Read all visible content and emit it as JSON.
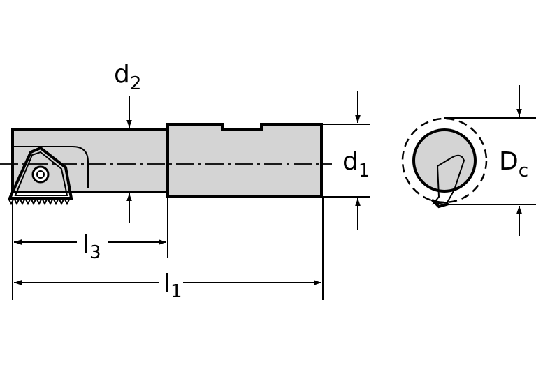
{
  "labels": {
    "d2": {
      "base": "d",
      "sub": "2"
    },
    "d1": {
      "base": "d",
      "sub": "1"
    },
    "dc": {
      "base": "D",
      "sub": "c"
    },
    "l3": {
      "base": "l",
      "sub": "3"
    },
    "l1": {
      "base": "l",
      "sub": "1"
    }
  },
  "colors": {
    "fill": "#d4d4d4",
    "line": "#000000",
    "background": "#ffffff"
  }
}
